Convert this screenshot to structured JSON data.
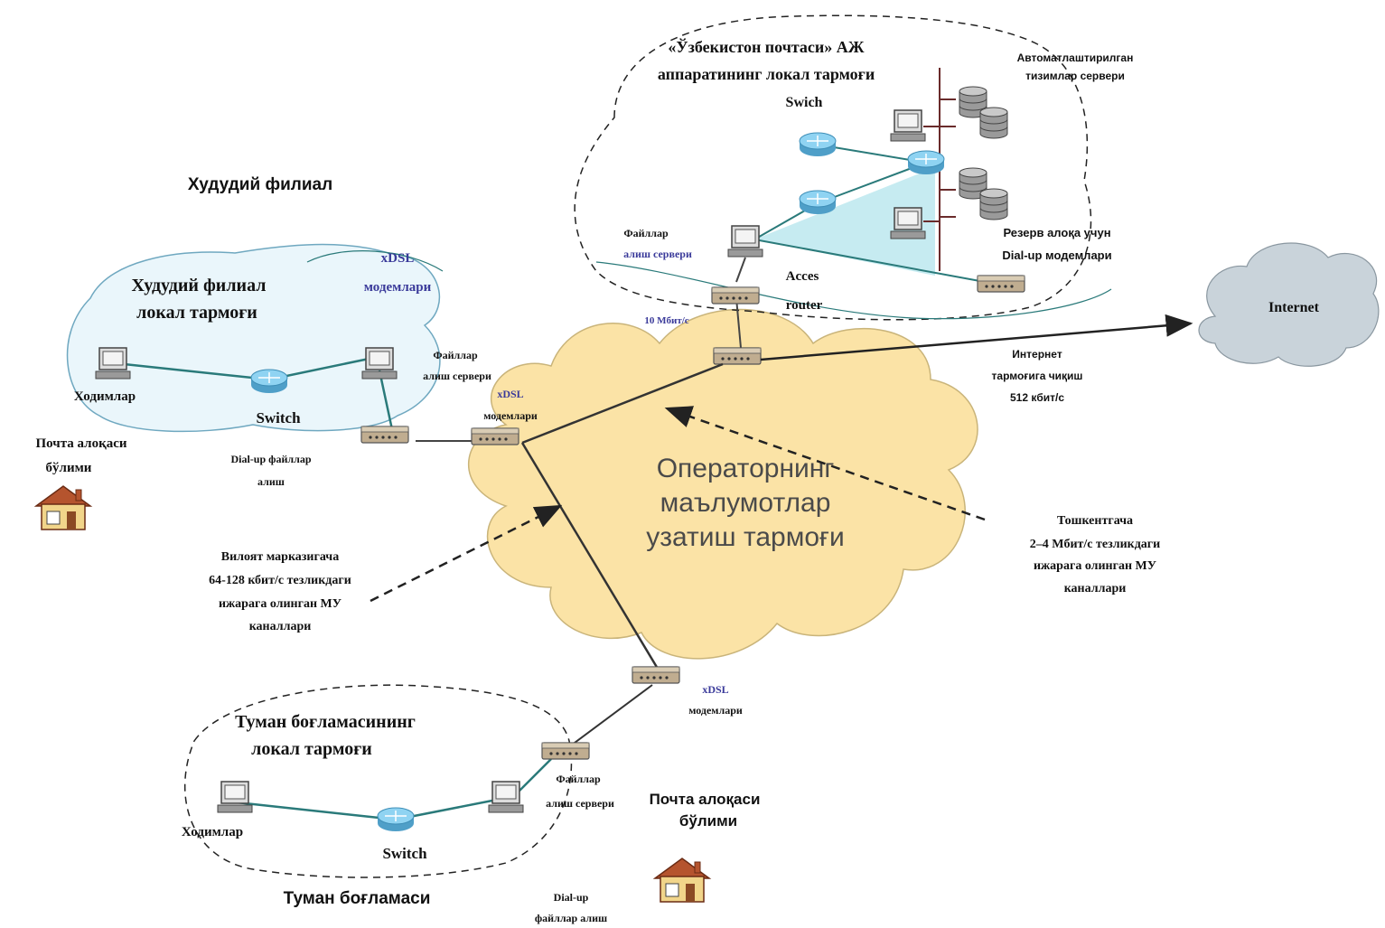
{
  "labels": {
    "hq_title_1": "«Ўзбекистон почтаси» АЖ",
    "hq_title_2": "аппаратининг локал тармоғи",
    "hq_switch": "Swich",
    "hq_servers_1": "Автоматлаштирилган",
    "hq_servers_2": "тизимлар сервери",
    "hq_fileserver_1": "Файллар",
    "hq_fileserver_2": "алиш сервери",
    "hq_reserve_1": "Резерв алоқа учун",
    "hq_reserve_2": "Dial-up модемлари",
    "access_router_1": "Acces",
    "access_router_2": "router",
    "hq_speed": "10 Мбит/с",
    "internet": "Internet",
    "internet_link_1": "Интернет",
    "internet_link_2": "тармоғига чиқиш",
    "internet_link_3": "512 кбит/с",
    "regional_heading": "Худудий филиал",
    "regional_lan_1": "Худудий филиал",
    "regional_lan_2": "локал тармоғи",
    "regional_xdsl_1": "xDSL",
    "regional_xdsl_2": "модемлари",
    "regional_fileserver_1": "Файллар",
    "regional_fileserver_2": "алиш сервери",
    "regional_staff": "Ходимлар",
    "regional_switch": "Switch",
    "regional_office_1": "Почта алоқаси",
    "regional_office_2": "бўлими",
    "regional_dialup_1": "Dial-up файллар",
    "regional_dialup_2": "алиш",
    "center_xdsl_1": "xDSL",
    "center_xdsl_2": "модемлари",
    "operator_1": "Операторнинг",
    "operator_2": "маълумотлар",
    "operator_3": "узатиш тармоғи",
    "tashkent_1": "Тошкентгача",
    "tashkent_2": "2–4 Мбит/с тезликдаги",
    "tashkent_3": "ижарага олинган МУ",
    "tashkent_4": "каналлари",
    "viloyat_1": "Вилоят марказигача",
    "viloyat_2": "64-128 кбит/с тезликдаги",
    "viloyat_3": "ижарага олинган МУ",
    "viloyat_4": "каналлари",
    "bottom_xdsl_1": "xDSL",
    "bottom_xdsl_2": "модемлари",
    "district_lan_1": "Туман боғламасининг",
    "district_lan_2": "локал тармоғи",
    "district_staff": "Ходимлар",
    "district_switch": "Switch",
    "district_fileserver_1": "Файллар",
    "district_fileserver_2": "алиш сервери",
    "district_office_1": "Почта алоқаси",
    "district_office_2": "бўлими",
    "district_heading": "Туман боғламаси",
    "district_dialup_1": "Dial-up",
    "district_dialup_2": "файллар алиш"
  },
  "colors": {
    "operator_cloud": "#fbe3a6",
    "internet_cloud": "#c9d3da",
    "router": "#7fc4e8",
    "hq_fill": "#c6ebf1",
    "modem": "#b9a88e",
    "link": "#2a7a7a"
  }
}
